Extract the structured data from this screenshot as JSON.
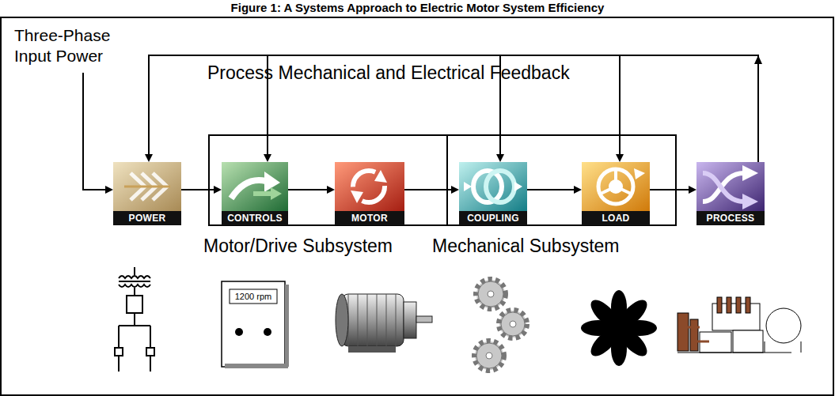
{
  "diagram": {
    "title": "Figure 1: A Systems Approach to Electric Motor System Efficiency",
    "nodes": [
      {
        "text": [
          "POWER"
        ]
      },
      {
        "text": [
          "Motor/Drive Subsystem"
        ]
      },
      {
        "text": [
          "CONTROLS"
        ],
        "in": 1
      },
      {
        "text": [
          "MOTOR"
        ],
        "in": 1
      },
      {
        "text": [
          "Mechanical Subsystem"
        ]
      },
      {
        "text": [
          "COUPLING"
        ],
        "in": 4
      },
      {
        "text": [
          "LOAD"
        ],
        "in": 4
      },
      {
        "text": [
          "PROCESS"
        ]
      }
    ],
    "edges": [
      {
        "from": 0,
        "to": 2,
        "arrow": "to"
      },
      {
        "from": 2,
        "to": 3,
        "arrow": "to"
      },
      {
        "from": 3,
        "to": 5,
        "arrow": "to"
      },
      {
        "from": 5,
        "to": 6,
        "arrow": "to"
      },
      {
        "from": 6,
        "to": 7,
        "arrow": "to"
      },
      {
        "from": 7,
        "to": 0,
        "arrow": "to"
      },
      {
        "from": 7,
        "to": 2,
        "arrow": "to"
      },
      {
        "from": 7,
        "to": 5,
        "arrow": "to"
      },
      {
        "from": 7,
        "to": 6,
        "arrow": "to"
      }
    ],
    "labels": [
      "Three-Phase Input Power",
      "Process Mechanical and Electrical Feedback",
      "1200 rpm"
    ]
  }
}
